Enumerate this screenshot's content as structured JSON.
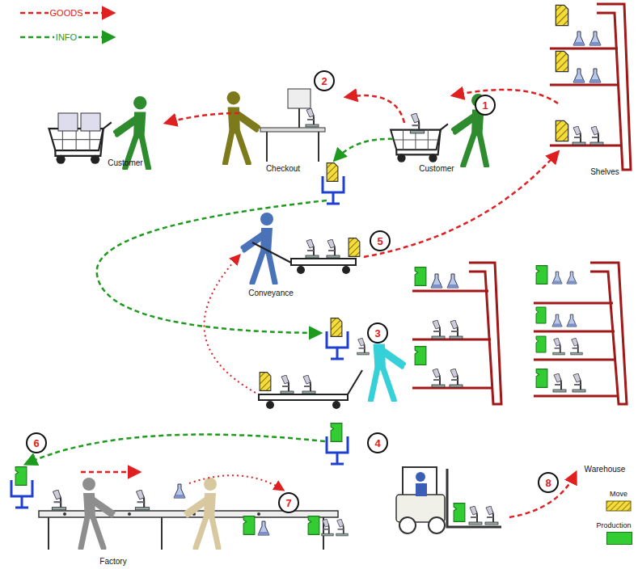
{
  "diagram": {
    "nodes": [
      {
        "text": [
          "1"
        ]
      },
      {
        "text": [
          "2"
        ]
      },
      {
        "text": [
          "3"
        ]
      },
      {
        "text": [
          "4"
        ]
      },
      {
        "text": [
          "5"
        ]
      },
      {
        "text": [
          "6"
        ]
      },
      {
        "text": [
          "7"
        ]
      },
      {
        "text": [
          "8"
        ]
      }
    ],
    "labels": [
      "Customer",
      "Checkout",
      "Customer",
      "Shelves",
      "Conveyance",
      "Warehouse",
      "Factory"
    ],
    "legend": [
      {
        "text": "GOODS"
      },
      {
        "text": "INFO"
      },
      {
        "text": "Move"
      },
      {
        "text": "Production",
        "color": "#33cc33"
      }
    ]
  }
}
